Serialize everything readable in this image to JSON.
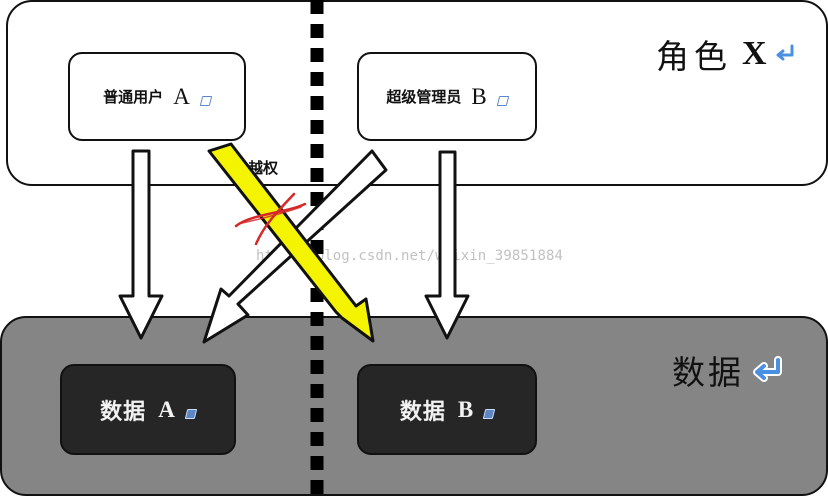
{
  "diagram": {
    "role_label": "角色",
    "role_var": "X",
    "user_label": "普通用户",
    "user_letter": "A",
    "admin_label": "超级管理员",
    "admin_letter": "B",
    "data_label": "数据",
    "data_a_label": "数据",
    "data_a_letter": "A",
    "data_b_label": "数据",
    "data_b_letter": "B",
    "override_label": "越权",
    "watermark": "http://blog.csdn.net/weixin_39851884"
  },
  "colors": {
    "role_panel": "#ffffff",
    "data_panel": "#858585",
    "data_boxes": "#262626",
    "arrow_yellow": "#f4f400",
    "return_icon": "#4a90e2",
    "cross_mark": "#d52828"
  },
  "icons": {
    "return": "return-icon",
    "cross": "cross-mark-icon"
  }
}
